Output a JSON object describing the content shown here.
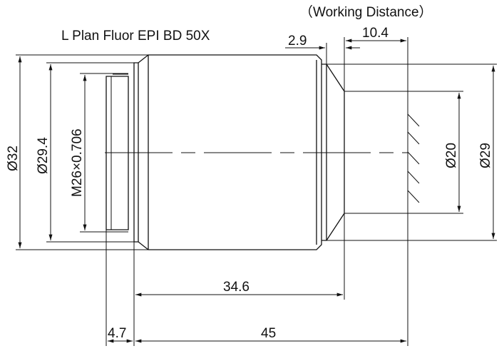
{
  "title": "L Plan Fluor EPI  BD 50X",
  "working_distance_label": "（Working Distance）",
  "dimensions": {
    "wd_offset": "2.9",
    "working_distance": "10.4",
    "outer_diameter": "Ø32",
    "shoulder_diameter": "Ø29.4",
    "thread": "M26×0.706",
    "nose_diameter": "Ø20",
    "nose_outer_diameter": "Ø29",
    "body_length": "34.6",
    "thread_length": "4.7",
    "parfocal_length": "45"
  },
  "colors": {
    "line": "#111111",
    "background": "#ffffff"
  }
}
